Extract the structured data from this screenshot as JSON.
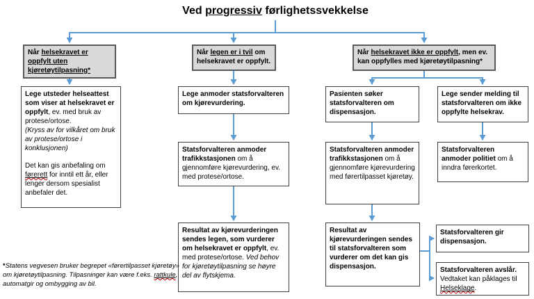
{
  "colors": {
    "connector": "#5B9BD5",
    "header_fill": "#D9D9D9",
    "border": "#3F3F3F",
    "spell": "#C00000"
  },
  "title": {
    "pre": "Ved ",
    "underlined": "progressiv",
    "post": " førlighetssvekkelse"
  },
  "headers": {
    "left": {
      "prefix": "Når ",
      "underlined": "helsekravet er oppfylt uten kjøretøytilpasning*",
      "suffix": ""
    },
    "middle": {
      "prefix": "Når ",
      "underlined": "legen er i tvil",
      "suffix": " om helsekravet er oppfylt."
    },
    "right": {
      "prefix": "Når ",
      "underlined": "helsekravet ikke er oppfylt",
      "suffix": ", men ev. kan oppfylles med kjøretøytilpasning*"
    }
  },
  "left_note": {
    "bold": "Lege utsteder helseattest som viser at helsekravet er oppfylt",
    "regular": ", ev. med bruk av protese/ortose.",
    "italic": "(Kryss av for vilkåret om bruk av protese/ortose i konklusjonen)",
    "para2_pre": "Det kan gis anbefaling om ",
    "para2_flagged": "førerett",
    "para2_post": " for inntil ett år, eller lenger dersom spesialist anbefaler det."
  },
  "middle_steps": {
    "step1": {
      "bold": "Lege anmoder statsforvalteren om kjørevurdering."
    },
    "step2": {
      "bold": "Statsforvalteren anmoder trafikkstasjonen",
      "regular": " om å gjennomføre kjørevurdering, ev. med protese/ortose."
    },
    "step3": {
      "bold": "Resultat av kjørevurderingen sendes legen, som vurderer om helsekravet er oppfylt",
      "regular": ", ev. med protese/ortose. ",
      "italic": "Ved behov for kjøretøytilpasning se høyre del av flytskjema."
    }
  },
  "right_steps": {
    "pasient1": {
      "bold": "Pasienten søker statsforvalteren om dispensasjon."
    },
    "pasient2": {
      "bold": "Statsforvalteren anmoder trafikkstasjonen",
      "regular": " om å gjennomføre kjørevurdering med førertilpasset kjøretøy."
    },
    "pasient3": {
      "bold": "Resultat av kjørevurderingen sendes til statsforvalteren som vurderer om det kan gis dispensasjon."
    },
    "lege1": {
      "bold": "Lege sender melding til statsforvalteren om ikke oppfylte helsekrav."
    },
    "lege2": {
      "bold": "Statsforvalteren anmoder politiet",
      "regular": " om å inndra førerkortet."
    }
  },
  "outcomes": {
    "grant": {
      "bold": "Statsforvalteren gir dispensasjon."
    },
    "deny": {
      "bold": "Statsforvalteren avslår.",
      "regular": " Vedtaket kan påklages til ",
      "link": "Helseklage",
      "after": "."
    }
  },
  "footnote": {
    "star": "*",
    "pre": "Statens vegvesen bruker begrepet «førertilpasset kjøretøy» om kjøretøytilpasning. Tilpasninger kan være f.eks. ",
    "flagged": "rattkule",
    "post": ", automatgir og ombygging av bil."
  }
}
